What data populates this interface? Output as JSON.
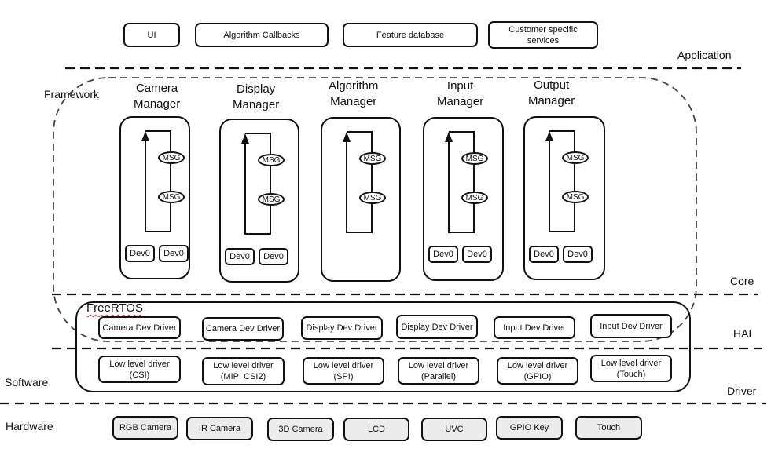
{
  "application_row": [
    {
      "label": "UI"
    },
    {
      "label": "Algorithm Callbacks"
    },
    {
      "label": "Feature database"
    },
    {
      "label": "Customer specific services"
    }
  ],
  "layers": {
    "application": "Application",
    "framework": "Framework",
    "core": "Core",
    "hal": "HAL",
    "software": "Software",
    "driver": "Driver",
    "hardware": "Hardware"
  },
  "managers": [
    {
      "title_line1": "Camera",
      "title_line2": "Manager",
      "msgs": [
        "MSG",
        "MSG"
      ],
      "devices": [
        "Dev0",
        "Dev0"
      ]
    },
    {
      "title_line1": "Display",
      "title_line2": "Manager",
      "msgs": [
        "MSG",
        "MSG"
      ],
      "devices": [
        "Dev0",
        "Dev0"
      ]
    },
    {
      "title_line1": "Algorithm",
      "title_line2": "Manager",
      "msgs": [
        "MSG",
        "MSG"
      ],
      "devices": []
    },
    {
      "title_line1": "Input",
      "title_line2": "Manager",
      "msgs": [
        "MSG",
        "MSG"
      ],
      "devices": [
        "Dev0",
        "Dev0"
      ]
    },
    {
      "title_line1": "Output",
      "title_line2": "Manager",
      "msgs": [
        "MSG",
        "MSG"
      ],
      "devices": [
        "Dev0",
        "Dev0"
      ]
    }
  ],
  "rtos_label": "FreeRTOS",
  "hal_drivers": [
    {
      "label": "Camera Dev Driver"
    },
    {
      "label": "Camera Dev Driver"
    },
    {
      "label": "Display Dev Driver"
    },
    {
      "label": "Display Dev Driver"
    },
    {
      "label": "Input Dev Driver"
    },
    {
      "label": "Input Dev Driver"
    }
  ],
  "low_level_drivers": [
    {
      "line1": "Low level driver",
      "line2": "(CSI)"
    },
    {
      "line1": "Low level driver",
      "line2": "(MIPI CSI2)"
    },
    {
      "line1": "Low level driver",
      "line2": "(SPI)"
    },
    {
      "line1": "Low level driver",
      "line2": "(Parallel)"
    },
    {
      "line1": "Low level driver",
      "line2": "(GPIO)"
    },
    {
      "line1": "Low level driver",
      "line2": "(Touch)"
    }
  ],
  "hardware": [
    {
      "label": "RGB Camera"
    },
    {
      "label": "IR Camera"
    },
    {
      "label": "3D Camera"
    },
    {
      "label": "LCD"
    },
    {
      "label": "UVC"
    },
    {
      "label": "GPIO Key"
    },
    {
      "label": "Touch"
    }
  ],
  "colors": {
    "line": "#111111",
    "framework_dash": "#444444",
    "hardware_fill": "#ececec",
    "spellcheck_underline": "#dd4444"
  }
}
